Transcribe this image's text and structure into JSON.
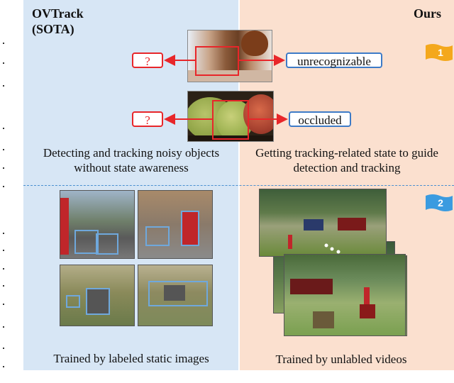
{
  "left_title": "OVTrack\n(SOTA)",
  "right_title": "Ours",
  "left_top_caption": "Detecting and tracking noisy objects without state awareness",
  "right_top_caption": "Getting tracking-related state to guide detection and tracking",
  "left_bottom_caption": "Trained by labeled static images",
  "right_bottom_caption": "Trained by unlabled videos",
  "question_label": "?",
  "state_labels": [
    "unrecognizable",
    "occluded"
  ],
  "flags": [
    "1",
    "2"
  ],
  "colors": {
    "left_bg": "#d7e6f5",
    "right_bg": "#fbe0cf",
    "red": "#e8262a",
    "blue_box": "#3d7bc7",
    "flag": "#f4a81c",
    "flag2": "#3a9be0"
  }
}
